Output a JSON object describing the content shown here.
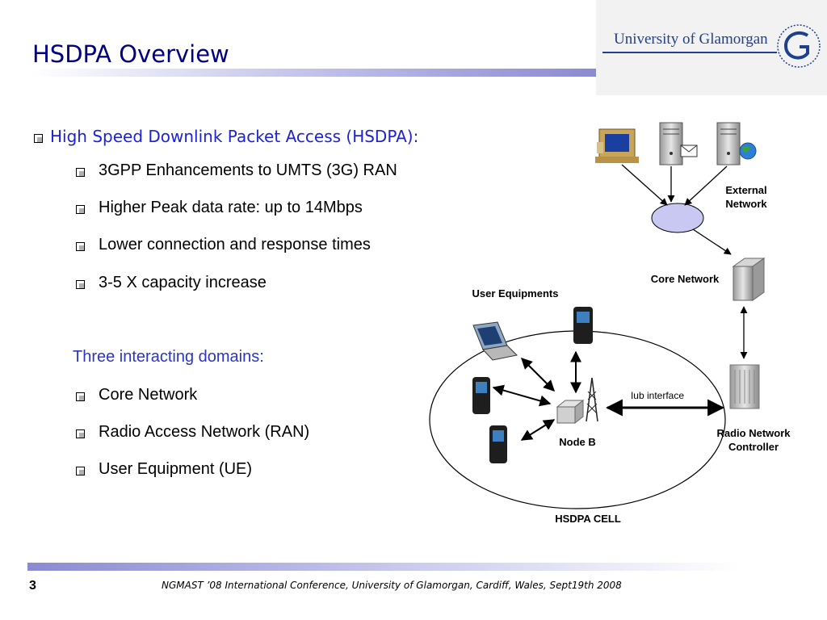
{
  "title": "HSDPA Overview",
  "logo": {
    "name": "University of Glamorgan"
  },
  "main_bullet": "High Speed Downlink Packet Access (HSDPA):",
  "sub_bullets": [
    "3GPP Enhancements to UMTS (3G)  RAN",
    "Higher Peak data rate: up to 14Mbps",
    "Lower connection and response times",
    "3-5 X capacity increase"
  ],
  "domains_heading": "Three interacting domains:",
  "domains": [
    "Core Network",
    "Radio Access Network (RAN)",
    "User Equipment (UE)"
  ],
  "diagram": {
    "external_network_line1": "External",
    "external_network_line2": "Network",
    "core_network": "Core Network",
    "user_equipments": "User Equipments",
    "iub_interface": "Iub interface",
    "node_b": "Node B",
    "rnc_line1": "Radio Network",
    "rnc_line2": "Controller",
    "hsdpa_cell": "HSDPA CELL"
  },
  "footer": {
    "page_number": "3",
    "text": "NGMAST ’08 International Conference, University of Glamorgan, Cardiff,  Wales, Sept19th  2008"
  }
}
